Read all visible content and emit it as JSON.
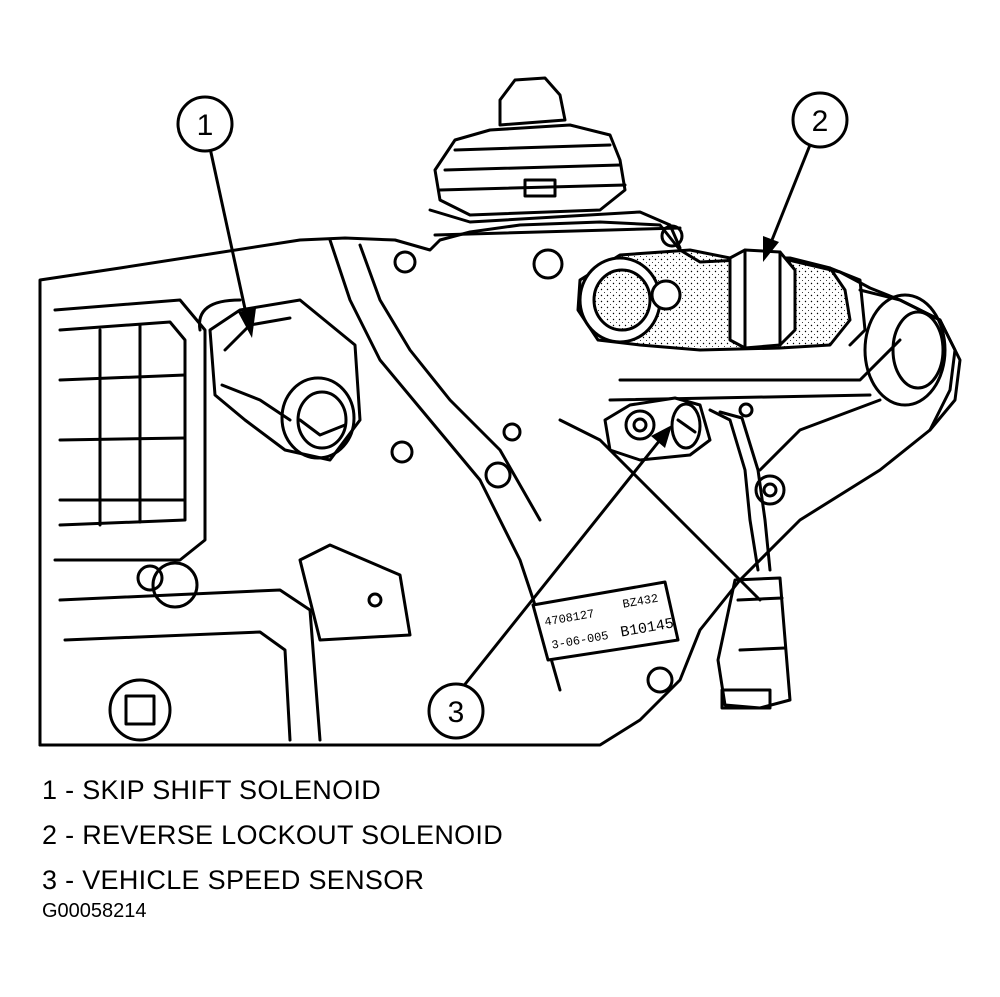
{
  "callouts": [
    {
      "number": "1"
    },
    {
      "number": "2"
    },
    {
      "number": "3"
    }
  ],
  "legend": [
    "1 - SKIP SHIFT SOLENOID",
    "2 - REVERSE LOCKOUT SOLENOID",
    "3 - VEHICLE SPEED SENSOR"
  ],
  "plate": {
    "line1a": "4708127",
    "line1b": "BZ432",
    "line2a": "3-06-005",
    "line2b": "B10145"
  },
  "figure_id": "G00058214"
}
